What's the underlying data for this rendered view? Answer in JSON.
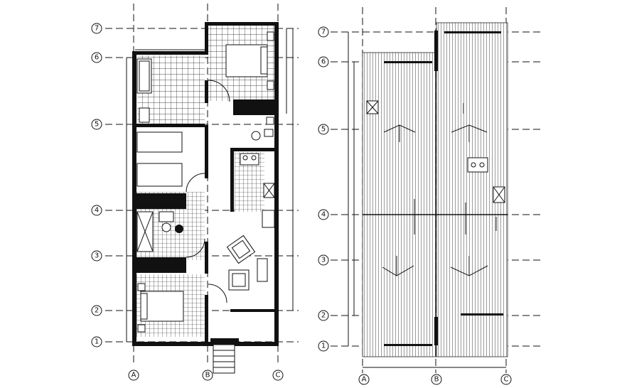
{
  "plans": [
    {
      "name": "floor-plan",
      "row_axes": [
        "7",
        "6",
        "5",
        "4",
        "3",
        "2",
        "1"
      ],
      "column_axes": [
        "A",
        "B",
        "C"
      ]
    },
    {
      "name": "roof-plan",
      "row_axes": [
        "7",
        "6",
        "5",
        "4",
        "3",
        "2",
        "1"
      ],
      "column_axes": [
        "A",
        "B",
        "C"
      ]
    }
  ],
  "colors": {
    "line": "#111111",
    "background": "#ffffff"
  }
}
